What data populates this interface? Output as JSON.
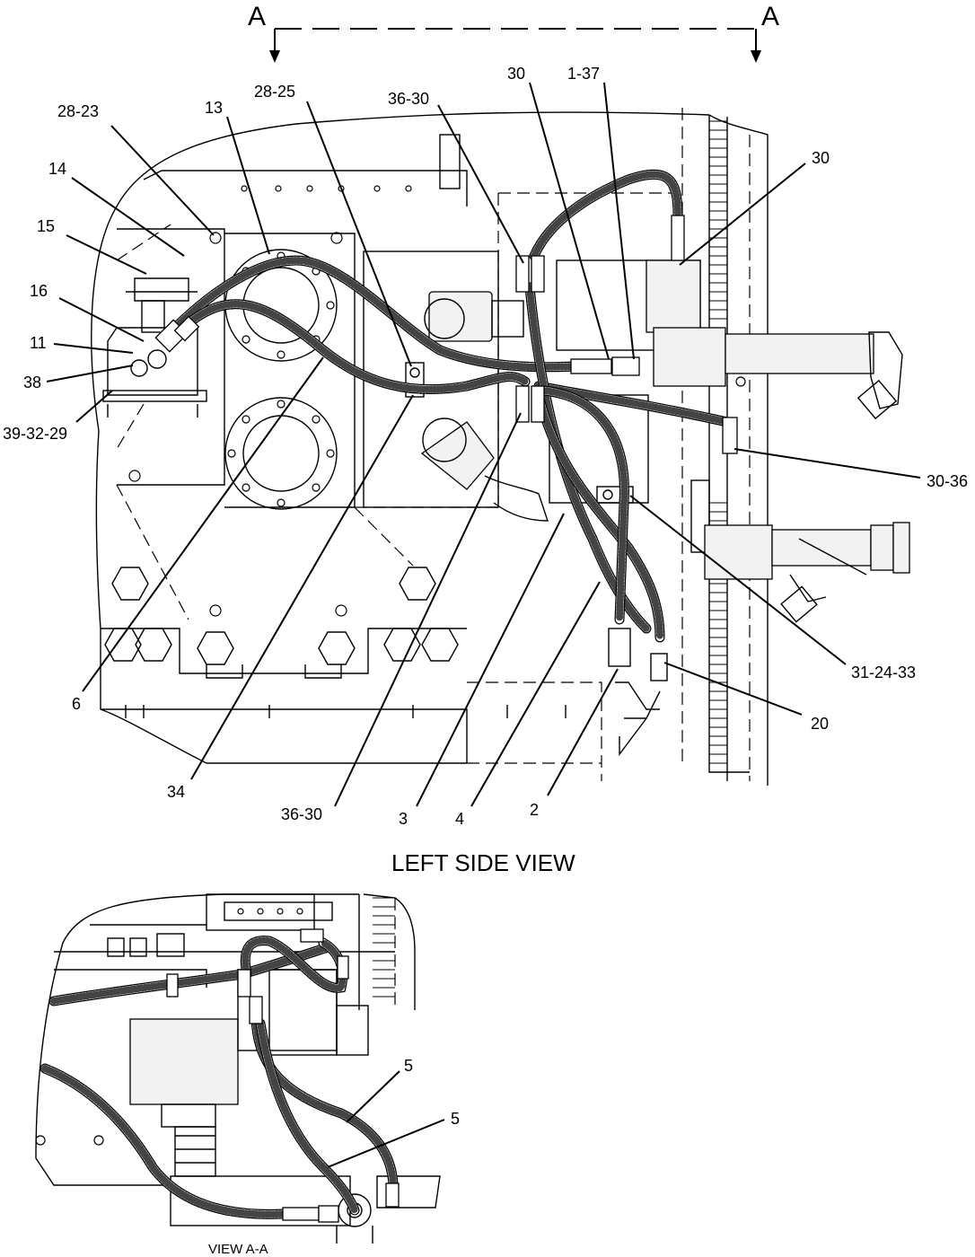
{
  "section_marker": {
    "left": "A",
    "right": "A"
  },
  "callouts": {
    "c_28_23": "28-23",
    "c_13": "13",
    "c_28_25": "28-25",
    "c_36_30_top": "36-30",
    "c_30_top": "30",
    "c_1_37": "1-37",
    "c_30_right": "30",
    "c_14": "14",
    "c_15": "15",
    "c_16": "16",
    "c_11": "11",
    "c_38": "38",
    "c_39_32_29": "39-32-29",
    "c_30_36": "30-36",
    "c_31_24_33": "31-24-33",
    "c_20": "20",
    "c_6": "6",
    "c_34": "34",
    "c_36_30_bottom": "36-30",
    "c_3": "3",
    "c_4": "4",
    "c_2": "2",
    "c_5_upper": "5",
    "c_5_lower": "5"
  },
  "titles": {
    "left_side_view": "LEFT SIDE VIEW",
    "view_a_a": "VIEW A-A"
  }
}
